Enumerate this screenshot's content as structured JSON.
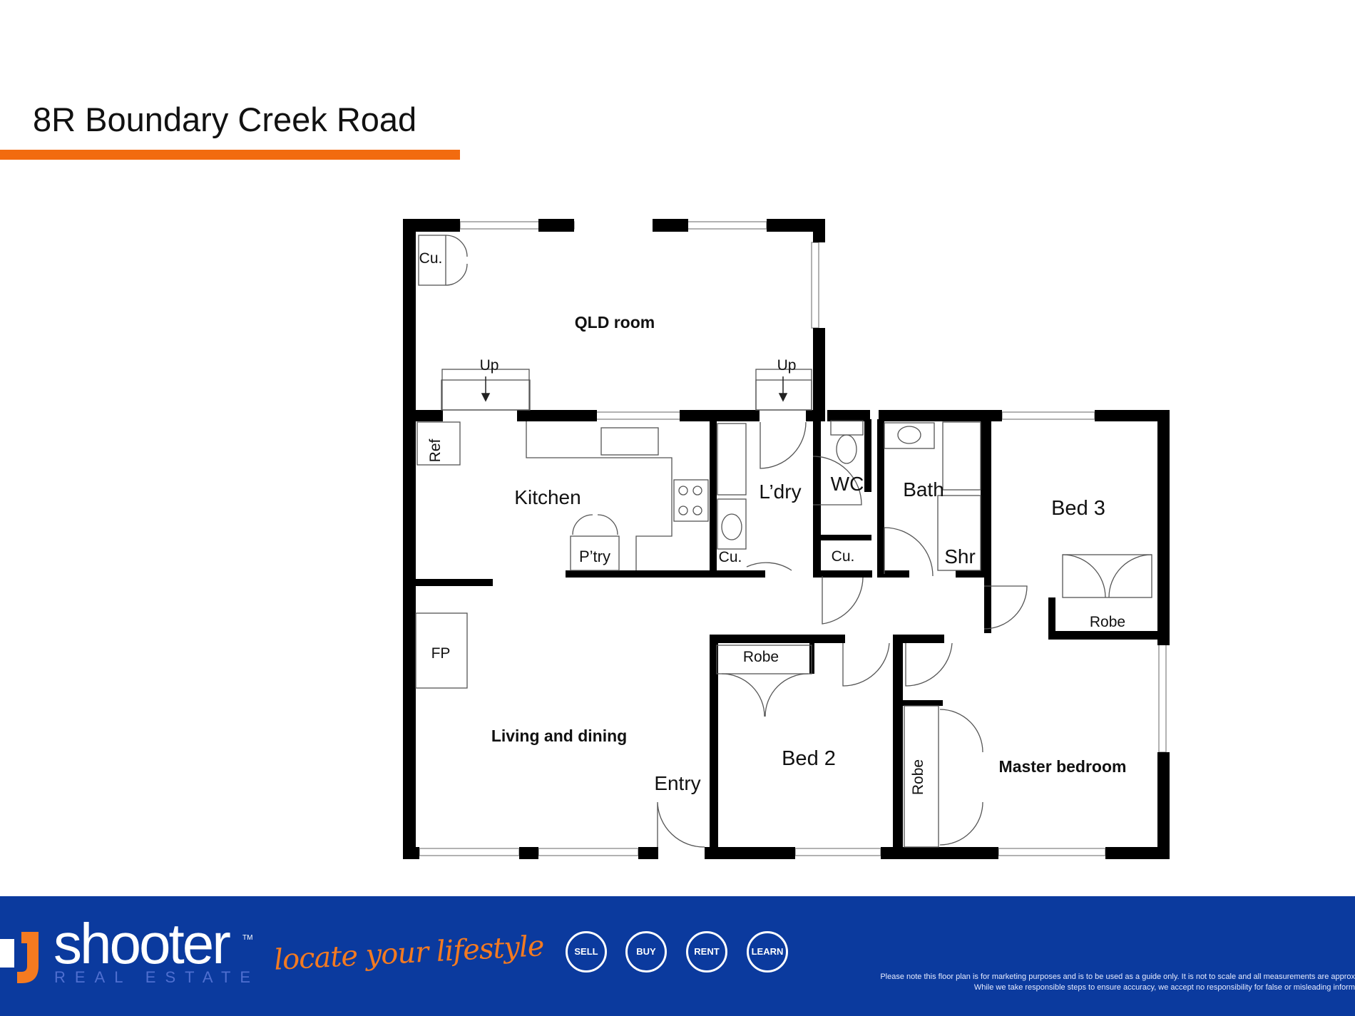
{
  "title": "8R Boundary Creek Road",
  "colors": {
    "accent_orange": "#f26b0f",
    "footer_blue": "#0b3a9e",
    "wall": "#000000"
  },
  "rooms": {
    "qld_room": "QLD room",
    "kitchen": "Kitchen",
    "laundry": "L’dry",
    "wc": "WC",
    "bath": "Bath",
    "shower": "Shr",
    "bed3": "Bed 3",
    "living": "Living and dining",
    "entry": "Entry",
    "bed2": "Bed 2",
    "master": "Master bedroom"
  },
  "fixtures": {
    "cu_qld": "Cu.",
    "up_left": "Up",
    "up_right": "Up",
    "ref": "Ref",
    "pantry": "P’try",
    "cu_laundry": "Cu.",
    "cu_wc": "Cu.",
    "robe_bed3": "Robe",
    "fp": "FP",
    "robe_bed2": "Robe",
    "robe_master": "Robe"
  },
  "footer": {
    "brand": "shooter",
    "brand_sub": "REAL ESTATE",
    "tagline": "locate your lifestyle",
    "nav": [
      "SELL",
      "BUY",
      "RENT",
      "LEARN"
    ],
    "disclaimer_1": "Please note this floor plan is for marketing purposes and is to be used as a guide only. It is not to scale and all measurements are approx",
    "disclaimer_2": "While we take responsible steps to ensure accuracy, we accept no responsibility for false or misleading inform"
  }
}
